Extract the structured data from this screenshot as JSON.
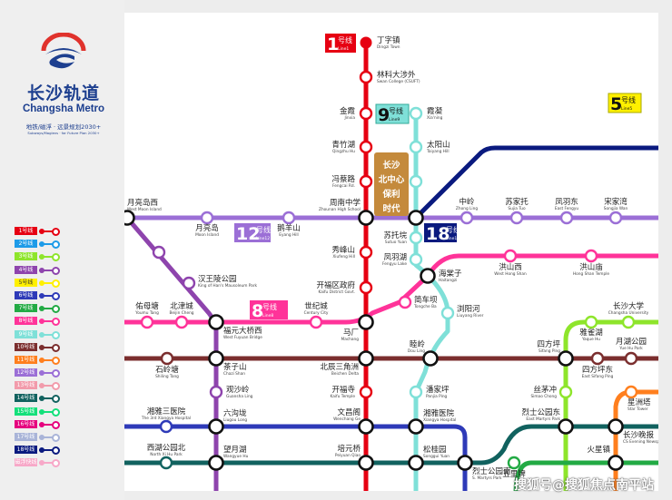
{
  "brand": {
    "name_zh": "长沙轨道",
    "name_en": "Changsha Metro",
    "subtitle_zh": "地铁/磁浮 · 远景规划2030+",
    "subtitle_en": "Subways/Maglevs · far Future Plan 2030+"
  },
  "legend": [
    {
      "label": "1号线",
      "color": "#e60012"
    },
    {
      "label": "2号线",
      "color": "#1e9be8"
    },
    {
      "label": "3号线",
      "color": "#8ee52b"
    },
    {
      "label": "4号线",
      "color": "#8e44ad"
    },
    {
      "label": "5号线",
      "color": "#fff000"
    },
    {
      "label": "6号线",
      "color": "#2e3ab8"
    },
    {
      "label": "7号线",
      "color": "#22aa44"
    },
    {
      "label": "8号线",
      "color": "#ff3399"
    },
    {
      "label": "9号线",
      "color": "#7fe0d8"
    },
    {
      "label": "10号线",
      "color": "#7b2e2e"
    },
    {
      "label": "11号线",
      "color": "#ff7f1e"
    },
    {
      "label": "12号线",
      "color": "#9b6fd6"
    },
    {
      "label": "13号线",
      "color": "#f29bab"
    },
    {
      "label": "14号线",
      "color": "#11625f"
    },
    {
      "label": "15号线",
      "color": "#13e07a"
    },
    {
      "label": "16号线",
      "color": "#e6007e"
    },
    {
      "label": "17号线",
      "color": "#a9b4d8"
    },
    {
      "label": "18号线",
      "color": "#0a1a7f"
    },
    {
      "label": "磁浮快线",
      "color": "#f7a8c8"
    }
  ],
  "line_badges": {
    "l1": {
      "num": "1",
      "zh": "号线",
      "en": "Line1"
    },
    "l9": {
      "num": "9",
      "zh": "号线",
      "en": "Line9"
    },
    "l5": {
      "num": "5",
      "zh": "号线",
      "en": "Line5"
    },
    "l12": {
      "num": "12",
      "zh": "号线",
      "en": "Line12"
    },
    "l18": {
      "num": "18",
      "zh": "号线",
      "en": "Line18"
    },
    "l8": {
      "num": "8",
      "zh": "号线",
      "en": "Line8"
    }
  },
  "promo": [
    "长沙",
    "北中心",
    "保利",
    "时代"
  ],
  "stations": {
    "dingzizhen": {
      "zh": "丁字镇",
      "en": "Dingzi Town"
    },
    "linke": {
      "zh": "林科大涉外",
      "en": "Swan College (CSUFT)"
    },
    "jinxia": {
      "zh": "金霞",
      "en": "Jinxia"
    },
    "qingzhuhu": {
      "zh": "青竹湖",
      "en": "Qingzhu Hu"
    },
    "fengcailu": {
      "zh": "冯蔡路",
      "en": "Fengcai Rd."
    },
    "zhounan": {
      "zh": "周南中学",
      "en": "Zhounan High School"
    },
    "xiufengshan": {
      "zh": "秀峰山",
      "en": "Xiufeng Hill"
    },
    "kaifuqu": {
      "zh": "开福区政府",
      "en": "Kaifu District Govt."
    },
    "machang": {
      "zh": "马厂",
      "en": "Machang"
    },
    "beichen": {
      "zh": "北辰三角洲",
      "en": "Beichen Delta"
    },
    "kaifusi": {
      "zh": "开福寺",
      "en": "Kaifu Temple"
    },
    "wenchangge": {
      "zh": "文昌阁",
      "en": "Wenchang Ge"
    },
    "peiyuanqiao": {
      "zh": "培元桥",
      "en": "Peiyuan Qiao"
    },
    "xianing": {
      "zh": "霞凝",
      "en": "Xia'ning"
    },
    "taiyangshan": {
      "zh": "太阳山",
      "en": "Taiyang Hill"
    },
    "sutuoyuan": {
      "zh": "苏托垸",
      "en": "Sutuo Yuan"
    },
    "fengyuhu": {
      "zh": "凤羽湖",
      "en": "Fengyu Lake"
    },
    "haitangzi": {
      "zh": "海棠子",
      "en": "Haitangzi"
    },
    "jianchexba": {
      "zh": "简车坝",
      "en": "Tongche Ba"
    },
    "liuyanghe": {
      "zh": "浏阳河",
      "en": "Liuyang River"
    },
    "duling": {
      "zh": "睦岭",
      "en": "Dou Ling"
    },
    "panjiaping": {
      "zh": "潘家坪",
      "en": "Panjia Ping"
    },
    "xiangya": {
      "zh": "湘雅医院",
      "en": "Xiangya Hospital"
    },
    "songguiyuan": {
      "zh": "松桂园",
      "en": "Songgui Yuan"
    },
    "yueliangdaoxi": {
      "zh": "月亮岛西",
      "en": "West Moon Island"
    },
    "yueliangdao": {
      "zh": "月亮岛",
      "en": "Moon Island"
    },
    "eyangshan": {
      "zh": "鹅羊山",
      "en": "Eyang Hill"
    },
    "zhongling": {
      "zh": "中岭",
      "en": "Zhong Ling"
    },
    "sujiatuo": {
      "zh": "苏家托",
      "en": "Sujia Tuo"
    },
    "fengyudong": {
      "zh": "凤羽东",
      "en": "East Fengyu"
    },
    "songjiawan": {
      "zh": "宋家湾",
      "en": "Songjia Wan"
    },
    "hanwangling": {
      "zh": "汉王陵公园",
      "en": "King of Han's Mausoleum Park"
    },
    "fuyuanxi": {
      "zh": "福元大桥西",
      "en": "West Fuyuan Bridge"
    },
    "chazishan": {
      "zh": "茶子山",
      "en": "Chazi Shan"
    },
    "guanshaling": {
      "zh": "观沙岭",
      "en": "Guansha Ling"
    },
    "liugoulong": {
      "zh": "六沟垅",
      "en": "Liugou Long"
    },
    "wangyuehu": {
      "zh": "望月湖",
      "en": "Wangyue Hu"
    },
    "youmutang": {
      "zh": "佑母塘",
      "en": "Youmu Tang"
    },
    "beijincheng": {
      "zh": "北津城",
      "en": "Beijin Cheng"
    },
    "shijicheng": {
      "zh": "世纪城",
      "en": "Century City"
    },
    "hongshanxi": {
      "zh": "洪山西",
      "en": "West Hong Shan"
    },
    "hongshanmiao": {
      "zh": "洪山庙",
      "en": "Hong Shan Temple"
    },
    "shilingtang": {
      "zh": "石岭塘",
      "en": "Shiling Tang"
    },
    "sifangping": {
      "zh": "四方坪",
      "en": "Sifang Ping"
    },
    "sifangpingdong": {
      "zh": "四方坪东",
      "en": "East Sifang Ping"
    },
    "yuehugongyuan": {
      "zh": "月湖公园",
      "en": "Yue Hu Park"
    },
    "xiangyasan": {
      "zh": "湘雅三医院",
      "en": "The 3rd Xiangya Hospital"
    },
    "xihubei": {
      "zh": "西湖公园北",
      "en": "North Xi Hu Park"
    },
    "lieshinan": {
      "zh": "烈士公园南",
      "en": "S. Martyrs Park"
    },
    "lieshidong": {
      "zh": "烈士公园东",
      "en": "East Martyrs Park"
    },
    "changshawanbao": {
      "zh": "长沙晚报",
      "en": "CS Evening Newspaper"
    },
    "yaquehu": {
      "zh": "雅雀湖",
      "en": "Yaque Hu"
    },
    "changshadaxue": {
      "zh": "长沙大学",
      "en": "Changsha University"
    },
    "simaochong": {
      "zh": "丝茅冲",
      "en": "Simao Chong"
    },
    "xingzhouta": {
      "zh": "星洲塔",
      "en": "Star Tower"
    },
    "wulipai": {
      "zh": "五里牌",
      "en": ""
    },
    "huoxingzhen": {
      "zh": "火星镇",
      "en": ""
    }
  },
  "watermark": "搜狐号@搜狐焦点南平站"
}
